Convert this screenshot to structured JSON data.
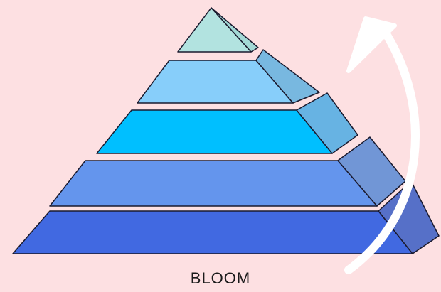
{
  "diagram": {
    "caption": "BLOOM",
    "background": "#fde0e2",
    "outline_color": "#1a1a2e",
    "arrow_color": "#ffffff",
    "tiers": [
      {
        "level": 1,
        "front_color": "#b2e3e0",
        "side_color": "#a3d9d6"
      },
      {
        "level": 2,
        "front_color": "#87cefa",
        "side_color": "#78b8e0"
      },
      {
        "level": 3,
        "front_color": "#00bfff",
        "side_color": "#67b3e3"
      },
      {
        "level": 4,
        "front_color": "#6495ed",
        "side_color": "#7196d6"
      },
      {
        "level": 5,
        "front_color": "#4169e1",
        "side_color": "#5670c8"
      }
    ]
  }
}
